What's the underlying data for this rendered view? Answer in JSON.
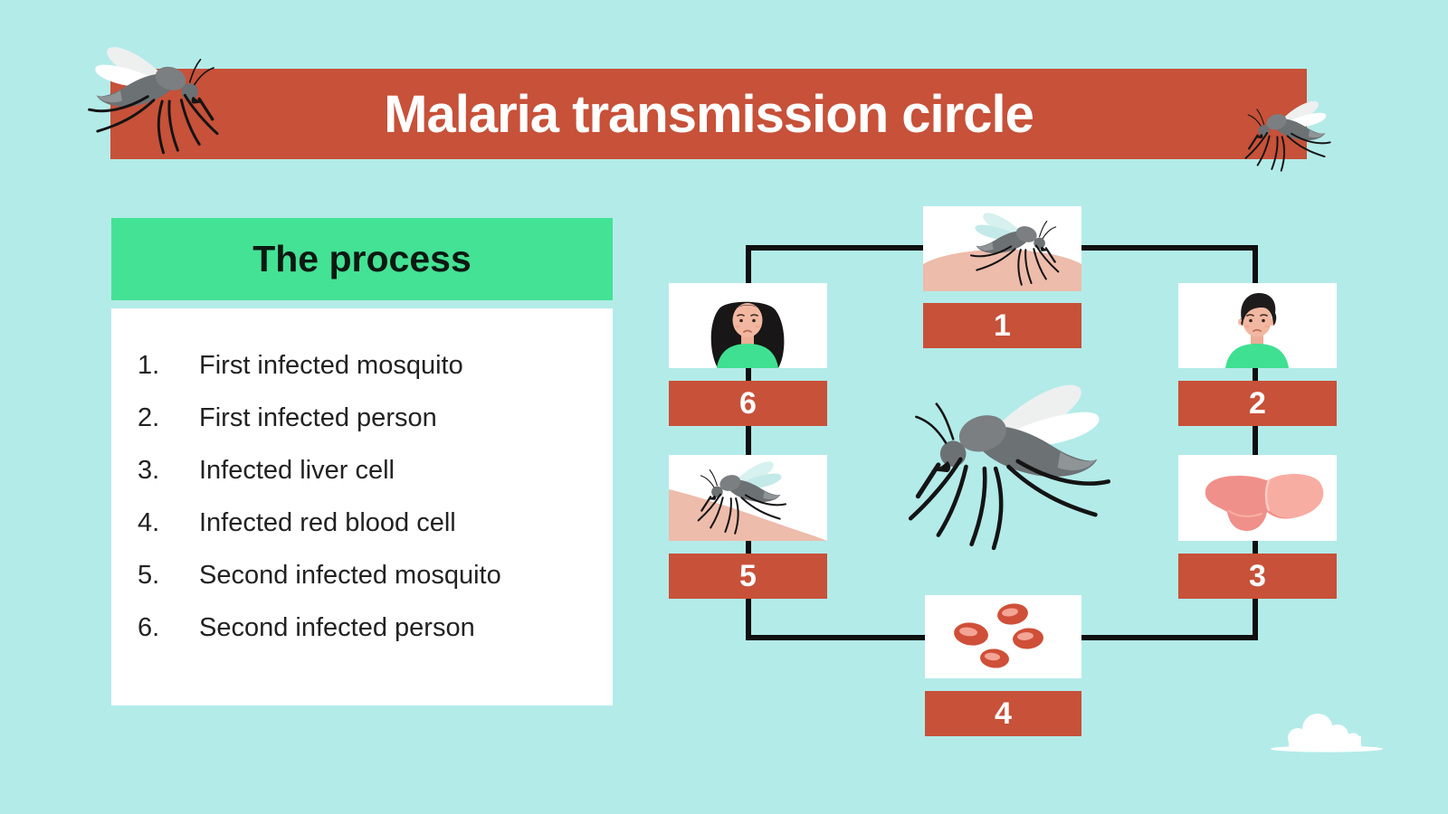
{
  "banner": {
    "title": "Malaria transmission circle"
  },
  "process": {
    "header": "The process",
    "items": [
      {
        "num": "1.",
        "text": "First infected mosquito"
      },
      {
        "num": "2.",
        "text": "First infected person"
      },
      {
        "num": "3.",
        "text": "Infected liver cell"
      },
      {
        "num": "4.",
        "text": "Infected red blood cell"
      },
      {
        "num": "5.",
        "text": "Second infected mosquito"
      },
      {
        "num": "6.",
        "text": "Second infected person"
      }
    ]
  },
  "diagram": {
    "steps": [
      {
        "number": "1",
        "illustration": "mosquito-biting-skin"
      },
      {
        "number": "2",
        "illustration": "infected-man"
      },
      {
        "number": "3",
        "illustration": "infected-liver"
      },
      {
        "number": "4",
        "illustration": "infected-red-blood-cells"
      },
      {
        "number": "5",
        "illustration": "mosquito-biting-skin"
      },
      {
        "number": "6",
        "illustration": "infected-woman"
      }
    ],
    "center_illustration": "mosquito"
  },
  "colors": {
    "background": "#b3ebe9",
    "banner_red": "#c75139",
    "label_red": "#c75139",
    "accent_green": "#44e294",
    "line_black": "#0f0f0f",
    "card_white": "#ffffff",
    "skin": "#edbcab",
    "shirt_green": "#3fe092",
    "liver_pink": "#f0908a",
    "blood_cell_red": "#cf4f38"
  }
}
